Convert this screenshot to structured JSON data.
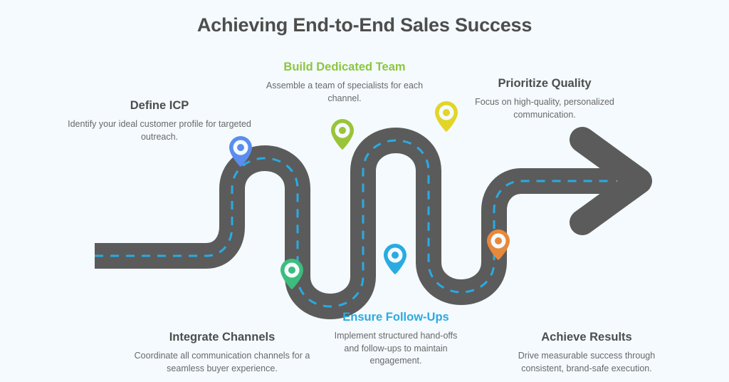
{
  "page": {
    "title": "Achieving End-to-End Sales Success",
    "background_color": "#f4fafd"
  },
  "theme": {
    "road_color": "#5b5b5b",
    "road_dash_color": "#29abe2",
    "heading_color": "#4d4d4d",
    "body_color": "#696969"
  },
  "steps": [
    {
      "id": "define-icp",
      "title": "Define ICP",
      "description": "Identify your ideal customer profile for targeted outreach.",
      "title_color": "#4d4d4d",
      "pin_color": "#5b8def",
      "pin_icon": "map-pin-icon",
      "position": "above"
    },
    {
      "id": "build-dedicated-team",
      "title": "Build Dedicated Team",
      "description": "Assemble a team of specialists for each channel.",
      "title_color": "#8cc63f",
      "pin_color": "#9ac438",
      "pin_icon": "map-pin-icon",
      "position": "above"
    },
    {
      "id": "prioritize-quality",
      "title": "Prioritize Quality",
      "description": "Focus on high-quality, personalized communication.",
      "title_color": "#4d4d4d",
      "pin_color": "#e2d527",
      "pin_icon": "map-pin-icon",
      "position": "above"
    },
    {
      "id": "integrate-channels",
      "title": "Integrate Channels",
      "description": "Coordinate all communication channels for a seamless buyer experience.",
      "title_color": "#4d4d4d",
      "pin_color": "#3cbd7e",
      "pin_icon": "map-pin-icon",
      "position": "below"
    },
    {
      "id": "ensure-follow-ups",
      "title": "Ensure Follow-Ups",
      "description": "Implement structured hand-offs and follow-ups to maintain engagement.",
      "title_color": "#29abe2",
      "pin_color": "#29abe2",
      "pin_icon": "map-pin-icon",
      "position": "below"
    },
    {
      "id": "achieve-results",
      "title": "Achieve Results",
      "description": "Drive measurable success through consistent, brand-safe execution.",
      "title_color": "#4d4d4d",
      "pin_color": "#e8883a",
      "pin_icon": "map-pin-icon",
      "position": "below"
    }
  ],
  "roadmap": {
    "shape_name": "winding-road-with-arrow",
    "direction_icon": "arrow-right-icon"
  }
}
